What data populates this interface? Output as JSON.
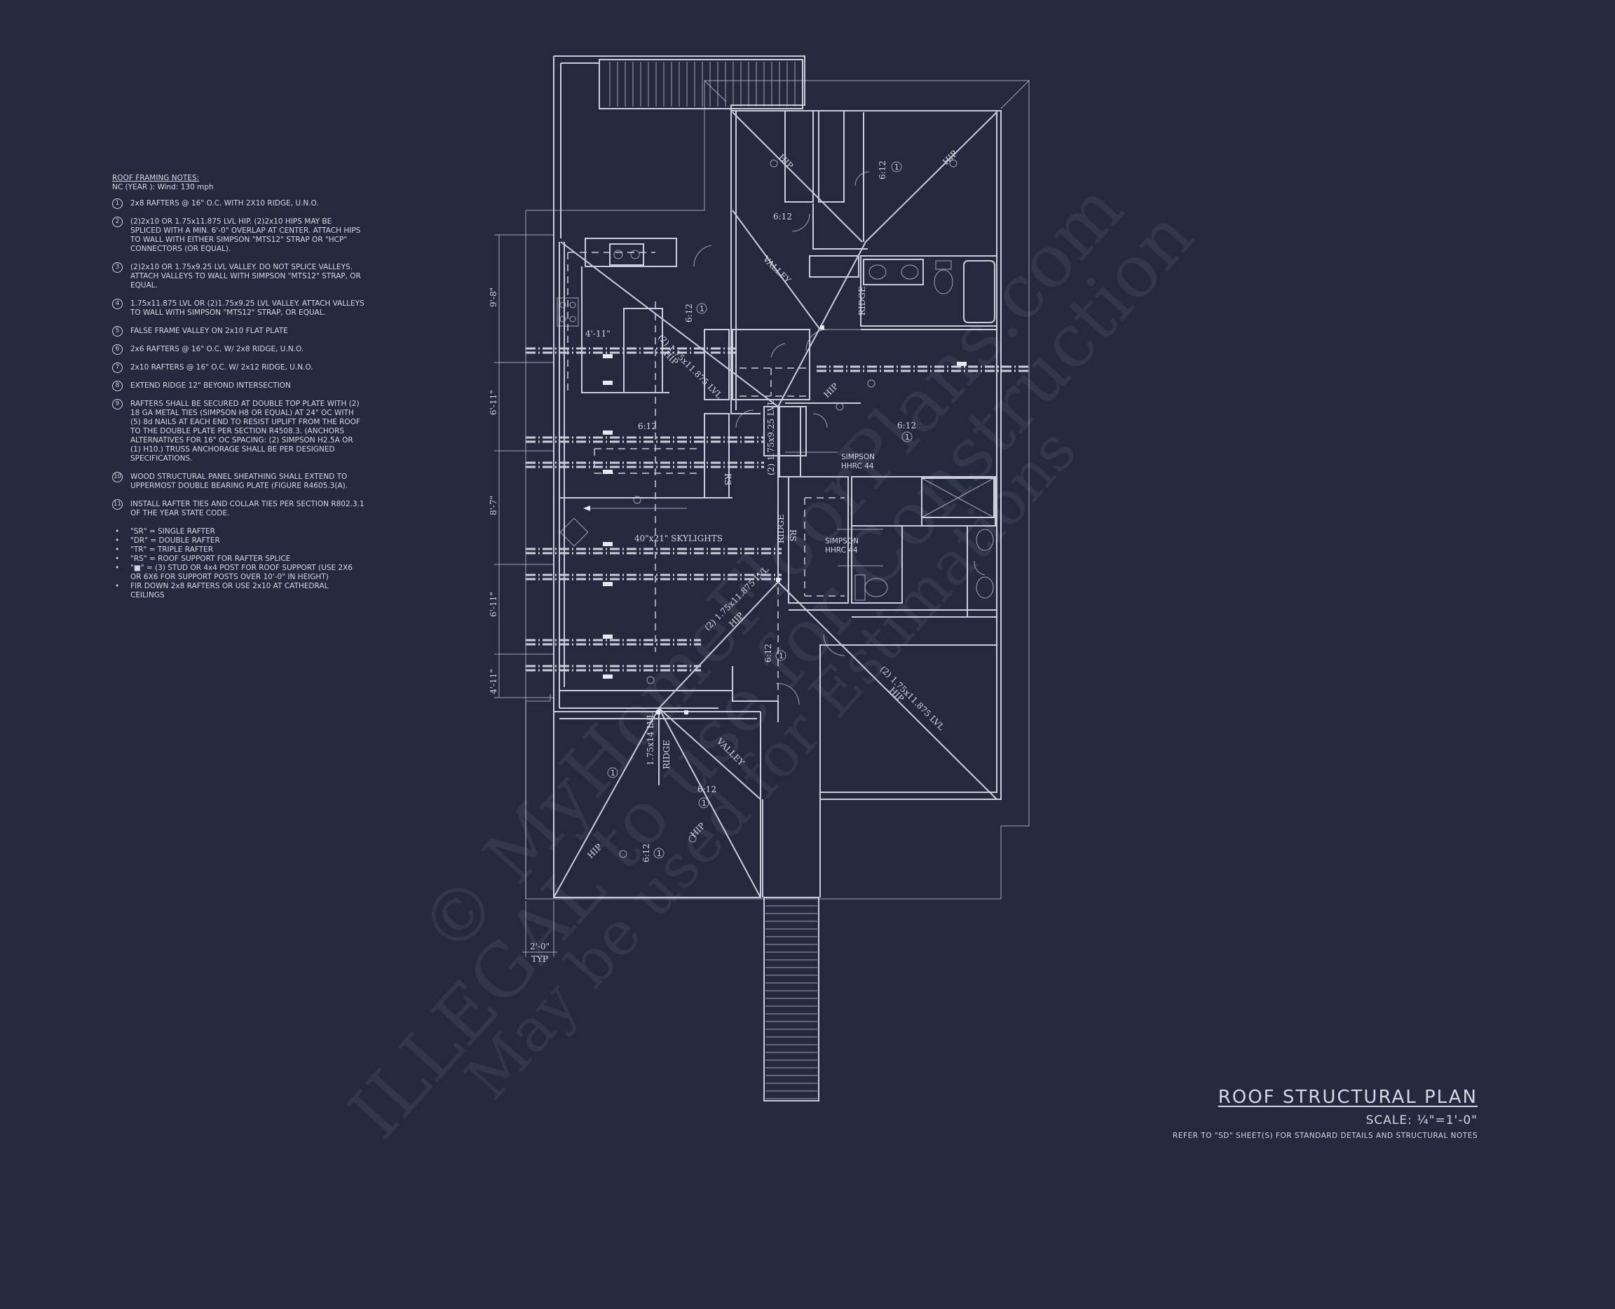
{
  "notes": {
    "heading": "ROOF FRAMING NOTES:",
    "subheading": "NC (YEAR ): Wind: 130 mph",
    "items": [
      {
        "num": "1",
        "text": "2x8 RAFTERS @ 16\" O.C. WITH 2X10 RIDGE, U.N.O."
      },
      {
        "num": "2",
        "text": "(2)2x10 OR 1.75x11.875 LVL HIP. (2)2x10 HIPS MAY BE SPLICED WITH A MIN. 6'-0\" OVERLAP AT CENTER. ATTACH HIPS TO WALL WITH EITHER SIMPSON \"MTS12\" STRAP OR \"HCP\" CONNECTORS (OR EQUAL)."
      },
      {
        "num": "3",
        "text": "(2)2x10 OR 1.75x9.25 LVL VALLEY. DO NOT SPLICE VALLEYS. ATTACH VALLEYS TO WALL WITH SIMPSON \"MTS12\" STRAP, OR EQUAL."
      },
      {
        "num": "4",
        "text": "1.75x11.875 LVL OR (2)1.75x9.25 LVL VALLEY. ATTACH VALLEYS TO WALL WITH SIMPSON \"MTS12\" STRAP, OR EQUAL."
      },
      {
        "num": "5",
        "text": "FALSE FRAME VALLEY ON 2x10 FLAT PLATE"
      },
      {
        "num": "6",
        "text": "2x6 RAFTERS @ 16\" O.C. W/ 2x8 RIDGE, U.N.O."
      },
      {
        "num": "7",
        "text": "2x10 RAFTERS @ 16\" O.C. W/ 2x12 RIDGE, U.N.O."
      },
      {
        "num": "8",
        "text": "EXTEND RIDGE 12\" BEYOND INTERSECTION"
      },
      {
        "num": "9",
        "text": "RAFTERS SHALL BE SECURED AT DOUBLE TOP PLATE WITH (2) 18 GA METAL TIES (SIMPSON H8 OR EQUAL) AT 24\" OC WITH (5) 8d NAILS AT EACH END TO RESIST UPLIFT FROM THE ROOF TO THE DOUBLE PLATE PER SECTION R4508.3. (ANCHORS ALTERNATIVES FOR 16\" OC SPACING: (2) SIMPSON H2.5A OR (1) H10.) TRUSS ANCHORAGE SHALL BE PER DESIGNED SPECIFICATIONS."
      },
      {
        "num": "10",
        "text": "WOOD STRUCTURAL PANEL SHEATHING SHALL EXTEND TO UPPERMOST DOUBLE BEARING PLATE (FIGURE R4605.3(A)."
      },
      {
        "num": "11",
        "text": "INSTALL RAFTER TIES AND COLLAR TIES PER SECTION R802.3.1 OF THE YEAR STATE CODE."
      }
    ],
    "legend": [
      "\"SR\" = SINGLE RAFTER",
      "\"DR\" = DOUBLE RAFTER",
      "\"TR\" = TRIPLE RAFTER",
      "\"RS\" = ROOF SUPPORT FOR RAFTER SPLICE",
      "\"■\" = (3) STUD OR 4x4 POST FOR ROOF SUPPORT (USE 2X6 OR 6X6 FOR SUPPORT POSTS OVER 10'-0\" IN HEIGHT)",
      "FIR DOWN 2x8 RAFTERS OR USE 2x10 AT CATHEDRAL CEILINGS"
    ]
  },
  "title": {
    "name": "ROOF STRUCTURAL PLAN",
    "scale": "SCALE: ¼\"=1'-0\"",
    "reference": "REFER TO \"SD\" SHEET(S) FOR STANDARD DETAILS AND STRUCTURAL NOTES"
  },
  "watermark": {
    "line1": "© MyHomeFloorPlans.com",
    "line2": "ILLEGAL to use for Construction",
    "line3": "May be used for Estimations"
  },
  "plan": {
    "slope": "6:12",
    "hip": "HIP",
    "valley": "VALLEY",
    "ridge": "RIDGE",
    "rs": "RS",
    "hip_lvl": "(2) 1.75x11.875 LVL",
    "valley_lvl": "(2) 1.75x9.25 LVL",
    "ridge_lvl": "1.75x14 LVL",
    "simpson_1a": "SIMPSON",
    "simpson_1b": "HHRC 44",
    "simpson_2a": "SIMPSON",
    "simpson_2b": "HHRC 44",
    "skylights": "40\"x21\" SKYLIGHTS",
    "dim_4_11": "4'-11\"",
    "dim_9_8": "9'-8\"",
    "dim_6_11a": "6'-11\"",
    "dim_8_7": "8'-7\"",
    "dim_6_11b": "6'-11\"",
    "dim_4_11b": "4'-11\"",
    "dim_2_0": "2'-0\"",
    "typ": "TYP"
  }
}
